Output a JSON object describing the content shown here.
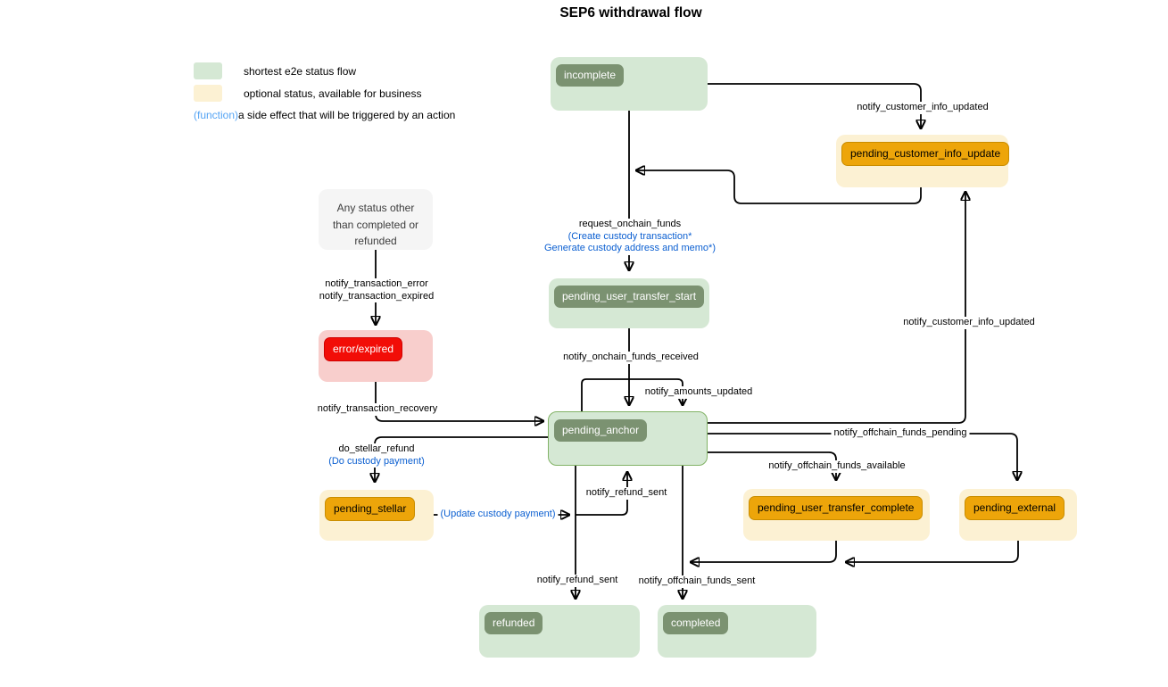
{
  "title": "SEP6 withdrawal flow",
  "legend": {
    "items": [
      {
        "swatch": "green",
        "label": "shortest e2e status flow"
      },
      {
        "swatch": "yellow",
        "label": "optional status, available for business"
      }
    ],
    "function_term": "(function)",
    "function_desc": " a side effect that will be triggered by an action"
  },
  "colors": {
    "shortest_flow_fill": "#d5e8d4",
    "status_chip_green": "#7b9271",
    "optional_fill": "#fcf1d3",
    "optional_chip_orange": "#eda50a",
    "error_fill": "#f8cecc",
    "error_chip_red": "#f20d07",
    "anchor_border_green": "#82b366",
    "any_status_fill": "#f5f5f5",
    "side_effect_blue": "#0b5fd1",
    "legend_function_blue": "#55a4f4",
    "edge_stroke": "#000000"
  },
  "nodes": {
    "incomplete": "incomplete",
    "pending_customer_info_update": "pending_customer_info_update",
    "any_status": "Any status other than completed or refunded",
    "pending_user_transfer_start": "pending_user_transfer_start",
    "error_expired": "error/expired",
    "pending_anchor": "pending_anchor",
    "pending_stellar": "pending_stellar",
    "pending_user_transfer_complete": "pending_user_transfer_complete",
    "pending_external": "pending_external",
    "refunded": "refunded",
    "completed": "completed"
  },
  "edge_labels": {
    "notify_customer_info_updated_top": "notify_customer_info_updated",
    "request_onchain_funds": "request_onchain_funds",
    "create_custody_transaction": "(Create custody transaction*",
    "generate_custody_address": "Generate custody address and memo*)",
    "notify_transaction_error": "notify_transaction_error",
    "notify_transaction_expired": "notify_transaction_expired",
    "notify_onchain_funds_received": "notify_onchain_funds_received",
    "notify_amounts_updated": "notify_amounts_updated",
    "notify_transaction_recovery": "notify_transaction_recovery",
    "do_stellar_refund": "do_stellar_refund",
    "do_custody_payment": "(Do custody payment)",
    "update_custody_payment": "(Update custody payment)",
    "notify_refund_sent_to_anchor": "notify_refund_sent",
    "notify_refund_sent_to_refunded": "notify_refund_sent",
    "notify_offchain_funds_sent": "notify_offchain_funds_sent",
    "notify_offchain_funds_pending": "notify_offchain_funds_pending",
    "notify_offchain_funds_available": "notify_offchain_funds_available",
    "notify_customer_info_updated_right": "notify_customer_info_updated"
  }
}
